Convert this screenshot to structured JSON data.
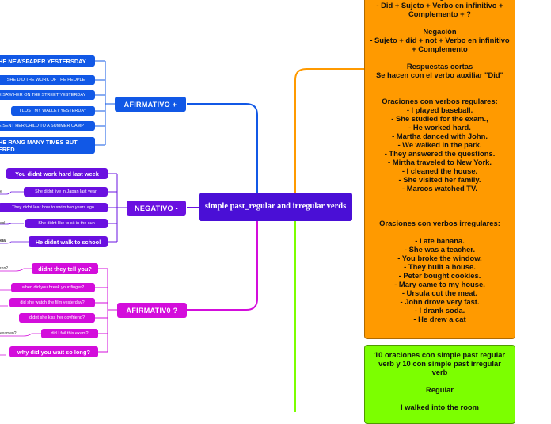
{
  "center": {
    "title": "simple past_regular and irregular verds"
  },
  "branches": {
    "affirmative": {
      "label": "AFIRMATIVO +",
      "items": [
        "HE NEWSPAPER YESTERSDAY",
        "SHE DID THE  WORK OF THE PEOPLE",
        "E SAW HER ON THE STREET YESTERDAY",
        "I LOST MY WALLET YESTERDAY",
        "E SENT HER CHILD TO A SUMMER CAMP",
        "HE RANG MANY TIMES  BUT\nERED"
      ]
    },
    "negative": {
      "label": "NEGATIVO -",
      "items": [
        "You didnt work hard last week",
        "She didnt live in Japan last year",
        "They  didnt lear how to swim two years ago",
        "She didnt like to sit in the sun",
        "He didnt walk to school"
      ],
      "stubs": [
        "e",
        "sol",
        "ela"
      ]
    },
    "interrogative": {
      "label": "AFIRMATIV0 ?",
      "items": [
        "didnt they tell you?",
        "when did you break your finger?",
        "did she watch the film yesterday?",
        "didnt she kiss her dovfriend?",
        "did I fail this exam?",
        "why did you wait so long?"
      ],
      "stubs": [
        "ron?",
        "examen?"
      ]
    }
  },
  "orange_box": {
    "text": "Interrogación\n- Did + Sujeto + Verbo en infinitivo + Complemento + ?\n\nNegación\n- Sujeto + did + not + Verbo en infinitivo + Complemento\n\nRespuestas cortas\nSe hacen con el verbo auxiliar \"Did\"\n\n\nOraciones con verbos regulares:\n- I played baseball.\n- She studied for the exam.,\n- He worked hard.\n- Martha danced with John.\n- We walked in the park.\n- They answered the questions.\n- Mirtha traveled to New York.\n- I cleaned the house.\n- She visited her family.\n- Marcos watched TV.\n\n\n\nOraciones con verbos irregulares:\n\n- I ate banana.\n- She was a teacher.\n- You broke the window.\n- They built a house.\n- Peter bought cookies.\n- Mary came to my house.\n- Ursula cut the meat.\n- John drove very fast.\n- I drank soda.\n- He drew a cat"
  },
  "green_box": {
    "text": "10 oraciones con simple past regular verb y 10 con simple past irregular verb\n\nRegular\n\nI walked into the room"
  },
  "colors": {
    "center": "#4a0fd6",
    "affirmative": "#1158e6",
    "negative": "#6a10e0",
    "interrogative": "#d30ddb",
    "orange": "#ff9a00",
    "green": "#7cff00"
  }
}
